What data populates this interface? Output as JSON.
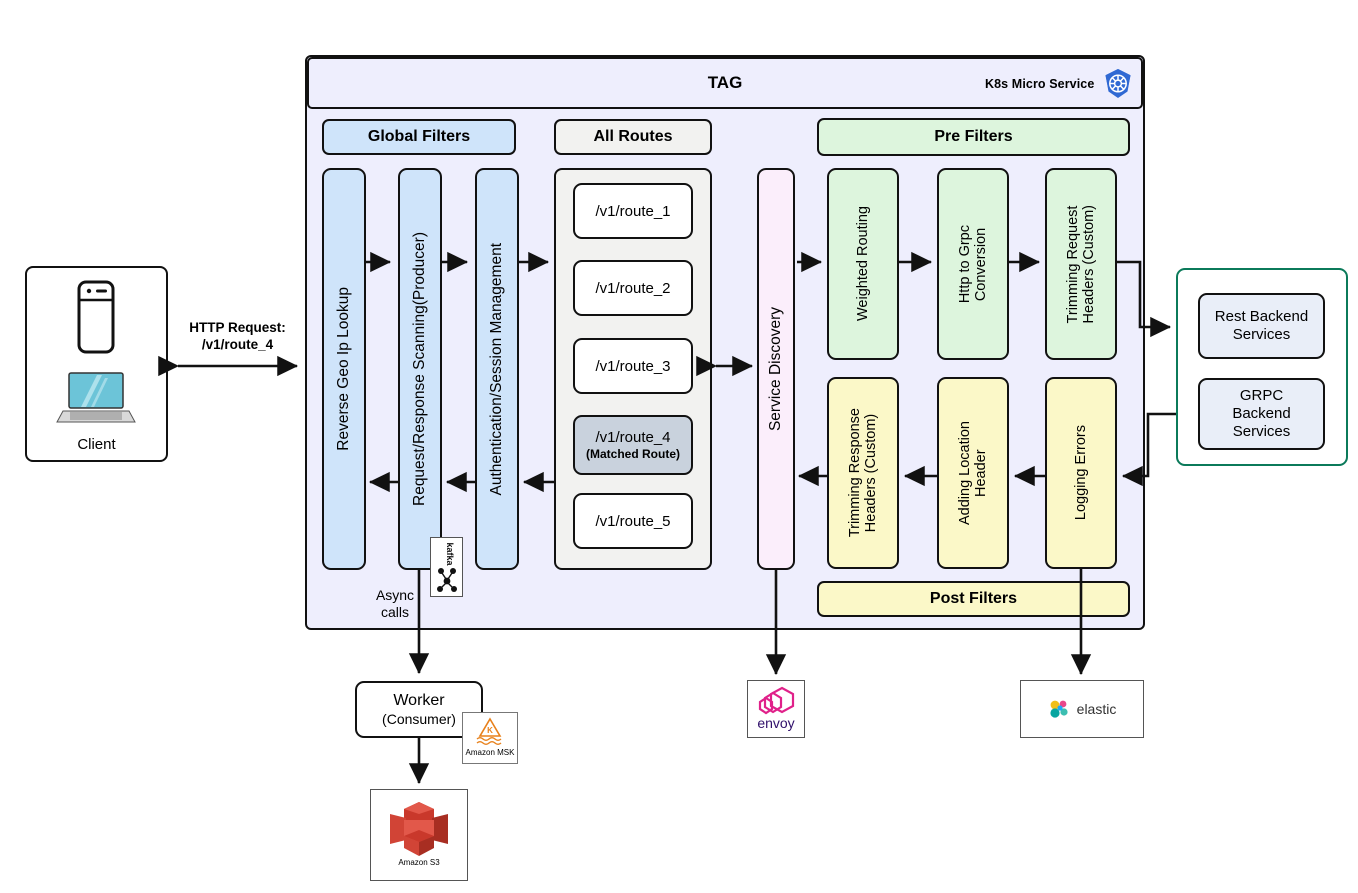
{
  "diagram": {
    "title": "TAG",
    "badge": {
      "label": "K8s Micro Service",
      "icon": "kubernetes-icon"
    }
  },
  "client": {
    "label": "Client",
    "request_label": "HTTP Request:",
    "request_path": "/v1/route_4",
    "icons": [
      "mobile-phone-icon",
      "laptop-icon"
    ]
  },
  "global_filters": {
    "heading": "Global Filters",
    "color": "#cfe4fa",
    "items": [
      {
        "label": "Reverse Geo Ip Lookup"
      },
      {
        "label": "Request/Response Scanning(Producer)"
      },
      {
        "label": "Authentication/Session Management"
      }
    ]
  },
  "all_routes": {
    "heading": "All Routes",
    "color": "#f2f2f0",
    "items": [
      {
        "path": "/v1/route_1",
        "note": "",
        "matched": false
      },
      {
        "path": "/v1/route_2",
        "note": "",
        "matched": false
      },
      {
        "path": "/v1/route_3",
        "note": "",
        "matched": false
      },
      {
        "path": "/v1/route_4",
        "note": "(Matched Route)",
        "matched": true
      },
      {
        "path": "/v1/route_5",
        "note": "",
        "matched": false
      }
    ]
  },
  "service_discovery": {
    "label": "Service Discovery",
    "color": "#fbeefb"
  },
  "pre_filters": {
    "heading": "Pre Filters",
    "color": "#ddf5dd",
    "items": [
      {
        "label": "Weighted Routing"
      },
      {
        "label": "Http to Grpc\nConversion"
      },
      {
        "label": "Trimming Request\nHeaders (Custom)"
      }
    ]
  },
  "post_filters": {
    "heading": "Post Filters",
    "color": "#fbf8c8",
    "items": [
      {
        "label": "Trimming Response\nHeaders (Custom)"
      },
      {
        "label": "Adding Location\nHeader"
      },
      {
        "label": "Logging Errors"
      }
    ]
  },
  "backends": {
    "border_color": "#0b7a5a",
    "items": [
      {
        "label": "Rest Backend\nServices"
      },
      {
        "label": "GRPC\nBackend\nServices"
      }
    ]
  },
  "async": {
    "label_line1": "Async",
    "label_line2": "calls",
    "broker": {
      "name": "kafka",
      "icon": "kafka-icon"
    },
    "worker": {
      "title": "Worker",
      "subtitle": "(Consumer)"
    },
    "msk": {
      "name": "Amazon MSK",
      "icon": "amazon-msk-icon"
    },
    "storage": {
      "name": "Amazon S3",
      "icon": "amazon-s3-icon"
    }
  },
  "observability": {
    "proxy": {
      "name": "envoy",
      "icon": "envoy-icon"
    },
    "logging": {
      "name": "elastic",
      "icon": "elastic-icon"
    }
  }
}
